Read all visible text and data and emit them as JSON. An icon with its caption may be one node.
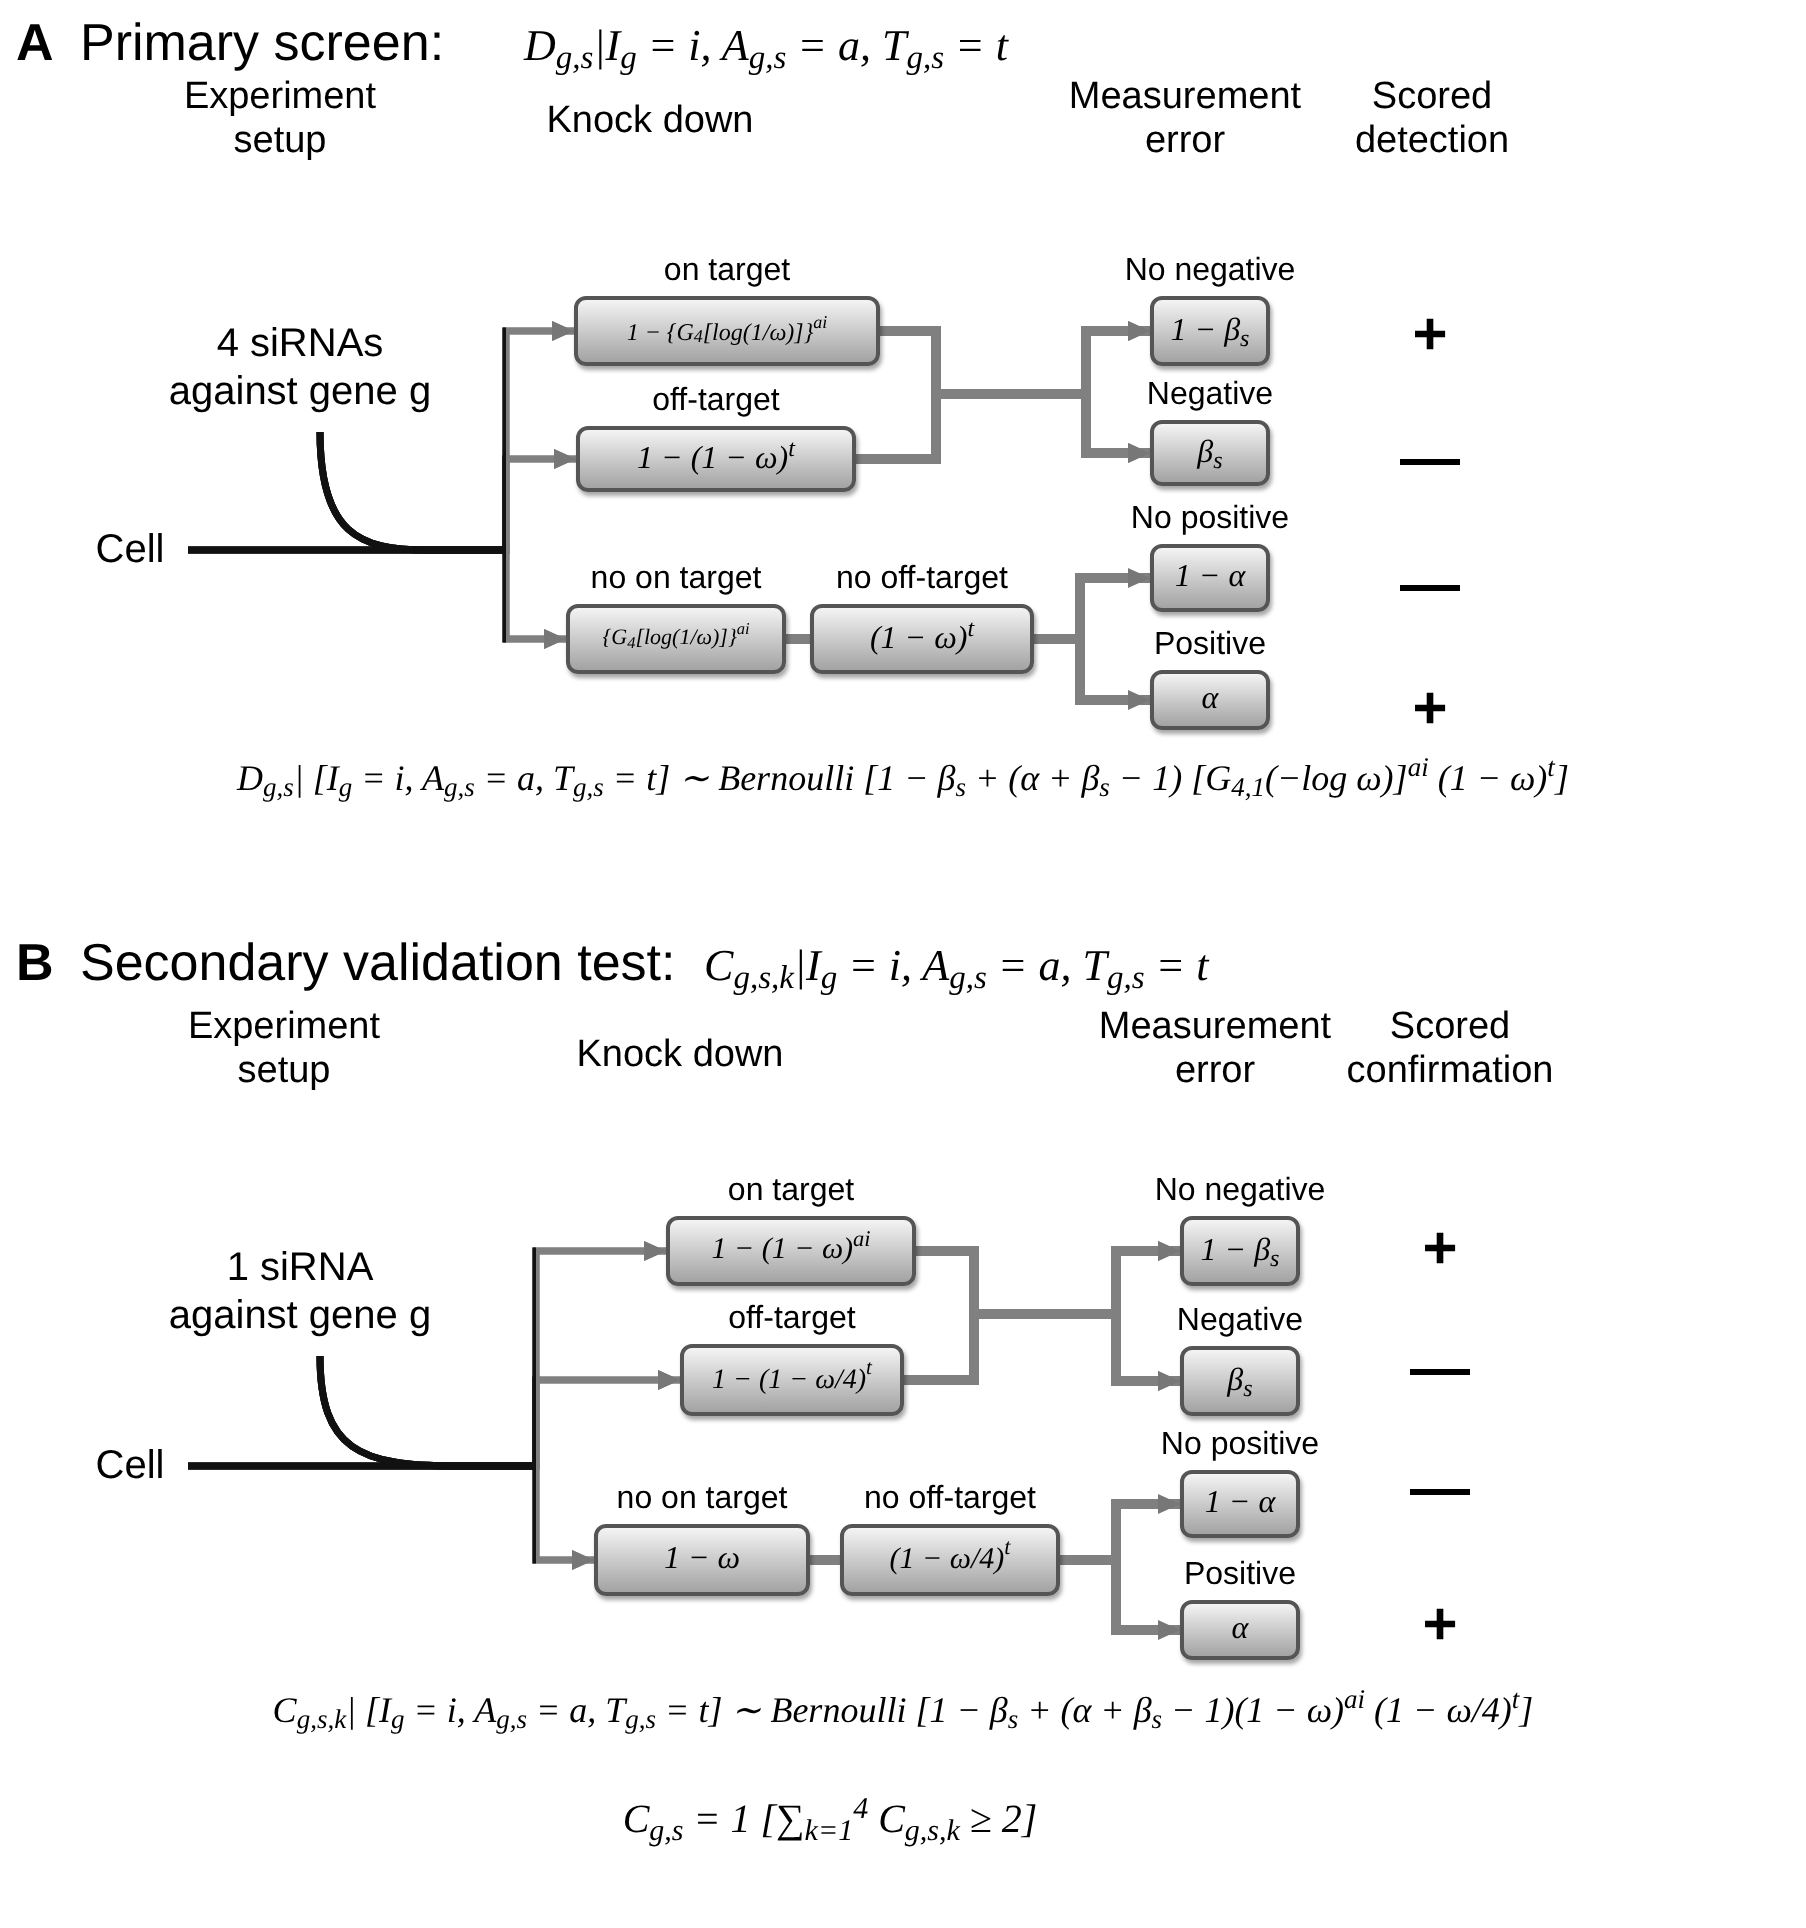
{
  "diagram": {
    "nodes": [
      {
        "text": [
          "4 siRNAs against gene g"
        ]
      },
      {
        "text": [
          "Cell"
        ]
      },
      {
        "text": [
          "on target",
          "1 − {G$_{4}$[log(1/ω)]}$^{ai}$"
        ]
      },
      {
        "text": [
          "off-target",
          "1 − (1 − ω)$^{t}$"
        ]
      },
      {
        "text": [
          "no on target",
          "{G$_{4}$[log(1/ω)]}$^{ai}$"
        ]
      },
      {
        "text": [
          "no off-target",
          "(1 − ω)$^{t}$"
        ]
      },
      {
        "text": [
          "No negative",
          "1 − β$_{s}$"
        ]
      },
      {
        "text": [
          "Negative",
          "β$_{s}$"
        ]
      },
      {
        "text": [
          "No positive",
          "1 − α"
        ]
      },
      {
        "text": [
          "Positive",
          "α"
        ]
      },
      {
        "text": [
          "1 siRNA against gene g"
        ]
      },
      {
        "text": [
          "Cell"
        ]
      },
      {
        "text": [
          "on target",
          "1 − (1 − ω)$^{ai}$"
        ]
      },
      {
        "text": [
          "off-target",
          "1 − (1 − ω/4)$^{t}$"
        ]
      },
      {
        "text": [
          "no on target",
          "1 − ω"
        ]
      },
      {
        "text": [
          "no off-target",
          "(1 − ω/4)$^{t}$"
        ]
      },
      {
        "text": [
          "No negative",
          "1 − β$_{s}$"
        ]
      },
      {
        "text": [
          "Negative",
          "β$_{s}$"
        ]
      },
      {
        "text": [
          "No positive",
          "1 − α"
        ]
      },
      {
        "text": [
          "Positive",
          "α"
        ]
      }
    ],
    "edges": [
      {
        "from": 0,
        "to": 2,
        "arrow": "to"
      },
      {
        "from": 0,
        "to": 3,
        "arrow": "to"
      },
      {
        "from": 0,
        "to": 4,
        "arrow": "to"
      },
      {
        "from": 1,
        "to": 2,
        "arrow": "to"
      },
      {
        "from": 1,
        "to": 3,
        "arrow": "to"
      },
      {
        "from": 1,
        "to": 4,
        "arrow": "to"
      },
      {
        "from": 2,
        "to": 6,
        "arrow": "to"
      },
      {
        "from": 2,
        "to": 7,
        "arrow": "to"
      },
      {
        "from": 3,
        "to": 6,
        "arrow": "to"
      },
      {
        "from": 3,
        "to": 7,
        "arrow": "to"
      },
      {
        "from": 4,
        "to": 5,
        "arrow": "none"
      },
      {
        "from": 5,
        "to": 8,
        "arrow": "to"
      },
      {
        "from": 5,
        "to": 9,
        "arrow": "to"
      },
      {
        "from": 10,
        "to": 12,
        "arrow": "to"
      },
      {
        "from": 10,
        "to": 13,
        "arrow": "to"
      },
      {
        "from": 10,
        "to": 14,
        "arrow": "to"
      },
      {
        "from": 11,
        "to": 12,
        "arrow": "to"
      },
      {
        "from": 11,
        "to": 13,
        "arrow": "to"
      },
      {
        "from": 11,
        "to": 14,
        "arrow": "to"
      },
      {
        "from": 12,
        "to": 16,
        "arrow": "to"
      },
      {
        "from": 12,
        "to": 17,
        "arrow": "to"
      },
      {
        "from": 13,
        "to": 16,
        "arrow": "to"
      },
      {
        "from": 13,
        "to": 17,
        "arrow": "to"
      },
      {
        "from": 14,
        "to": 15,
        "arrow": "none"
      },
      {
        "from": 15,
        "to": 18,
        "arrow": "to"
      },
      {
        "from": 15,
        "to": 19,
        "arrow": "to"
      }
    ],
    "labels": [
      "A",
      "Primary screen:",
      "D$_{g,s}$|I$_{g}$ = i, A$_{g,s}$ = a, T$_{g,s}$ = t",
      "Experiment setup",
      "Knock down",
      "Measurement error",
      "Scored detection",
      "+",
      "—",
      "—",
      "+",
      "D$_{g,s}$| [I$_{g}$ = i, A$_{g,s}$ = a, T$_{g,s}$ = t] ∼ Bernoulli [1 − β$_{s}$ + (α + β$_{s}$ − 1) [G$_{4,1}$(−log ω)]$^{ai}$ (1 − ω)$^{t}$]",
      "B",
      "Secondary validation test:",
      "C$_{g,s,k}$|I$_{g}$ = i, A$_{g,s}$ = a, T$_{g,s}$ = t",
      "Experiment setup",
      "Knock down",
      "Measurement error",
      "Scored confirmation",
      "+",
      "—",
      "—",
      "+",
      "C$_{g,s,k}$| [I$_{g}$ = i, A$_{g,s}$ = a, T$_{g,s}$ = t] ∼ Bernoulli [1 − β$_{s}$ + (α + β$_{s}$ − 1)(1 − ω)$^{ai}$ (1 − ω/4)$^{t}$]",
      "C$_{g,s}$ = 1 [∑$_{k=1}$$^{4}$ C$_{g,s,k}$ ≥ 2]"
    ]
  }
}
